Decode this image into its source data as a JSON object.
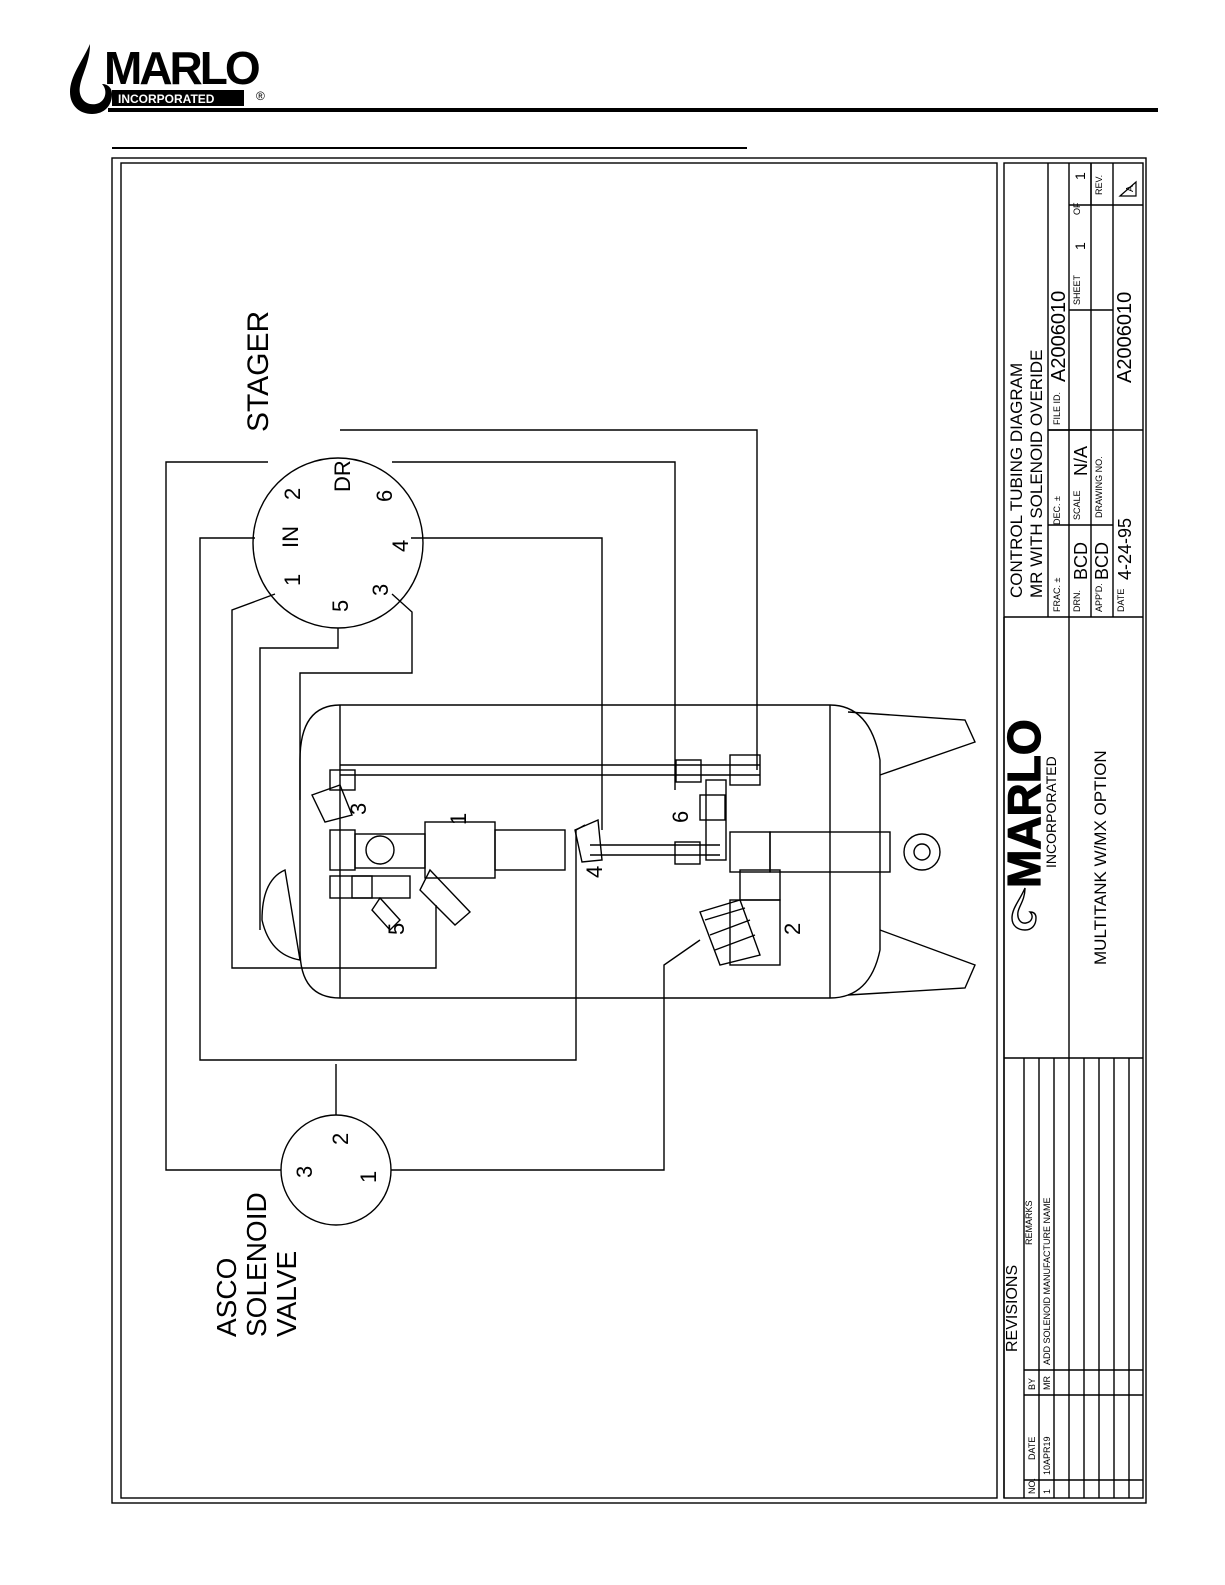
{
  "brand": {
    "name": "MARLO",
    "tagline": "INCORPORATED",
    "registered": "®"
  },
  "diagram": {
    "stager_label": "STAGER",
    "stager_ports": [
      "IN",
      "2",
      "DR",
      "6",
      "4",
      "3",
      "5",
      "1"
    ],
    "solenoid_label": [
      "ASCO",
      "SOLENOID",
      "VALVE"
    ],
    "solenoid_ports": [
      "3",
      "2",
      "1"
    ],
    "valve_numbers": [
      "1",
      "2",
      "3",
      "4",
      "5",
      "6"
    ]
  },
  "title_block": {
    "title_line1": "CONTROL TUBING DIAGRAM",
    "title_line2": "MR WITH SOLENOID OVERIDE",
    "frac_label": "FRAC. ±",
    "dec_label": "DEC. ±",
    "file_id_label": "FILE ID.",
    "file_id": "A2006010",
    "drn_label": "DRN.",
    "drn_value": "BCD",
    "scale_label": "SCALE",
    "scale_value": "N/A",
    "sheet_label": "SHEET",
    "sheet_value": "1",
    "of_label": "OF",
    "of_value": "1",
    "appd_label": "APP'D.",
    "appd_value": "BCD",
    "drawing_no_label": "DRAWING NO.",
    "date_label": "DATE",
    "date_value": "4-24-95",
    "drawing_no": "A2006010",
    "rev_label": "REV.",
    "rev_value": "A",
    "company_name": "MARLO",
    "company_sub": "INCORPORATED",
    "product": "MULTITANK W/MX OPTION"
  },
  "revisions": {
    "heading": "REVISIONS",
    "columns": [
      "NO.",
      "DATE",
      "BY",
      "REMARKS"
    ],
    "rows": [
      {
        "no": "1",
        "date": "10APR19",
        "by": "MR",
        "remarks": "ADD SOLENOID MANUFACTURE NAME"
      }
    ]
  }
}
